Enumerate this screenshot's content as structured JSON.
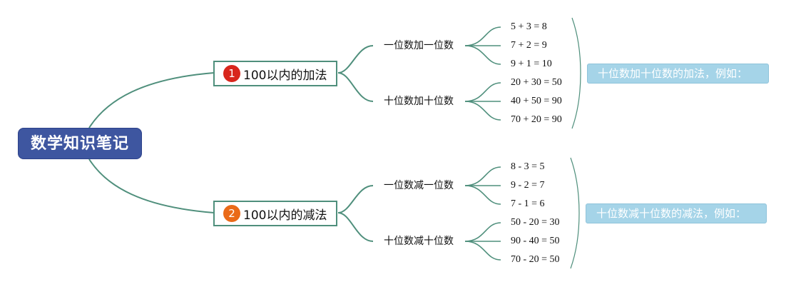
{
  "root": {
    "label": "数学知识笔记"
  },
  "topics": [
    {
      "badge": "1",
      "label": "100以内的加法",
      "subtopics": [
        {
          "label": "一位数加一位数",
          "leaves": [
            "5 + 3 = 8",
            "7 + 2 = 9",
            "9 + 1 = 10"
          ]
        },
        {
          "label": "十位数加十位数",
          "leaves": [
            "20 + 30 = 50",
            "40 + 50 = 90",
            "70 + 20 = 90"
          ]
        }
      ],
      "summary": "十位数加十位数的加法，例如："
    },
    {
      "badge": "2",
      "label": "100以内的减法",
      "subtopics": [
        {
          "label": "一位数减一位数",
          "leaves": [
            "8 - 3 = 5",
            "9 - 2 = 7",
            "7 - 1 = 6"
          ]
        },
        {
          "label": "十位数减十位数",
          "leaves": [
            "50 - 20 = 30",
            "90 - 40 = 50",
            "70 - 20 = 50"
          ]
        }
      ],
      "summary": "十位数减十位数的减法，例如："
    }
  ],
  "colors": {
    "root_fill": "#3e56a0",
    "connector": "#4f8f7c",
    "badge_1": "#d8261c",
    "badge_2": "#ea6a18",
    "summary_fill": "#a5d4e8"
  }
}
